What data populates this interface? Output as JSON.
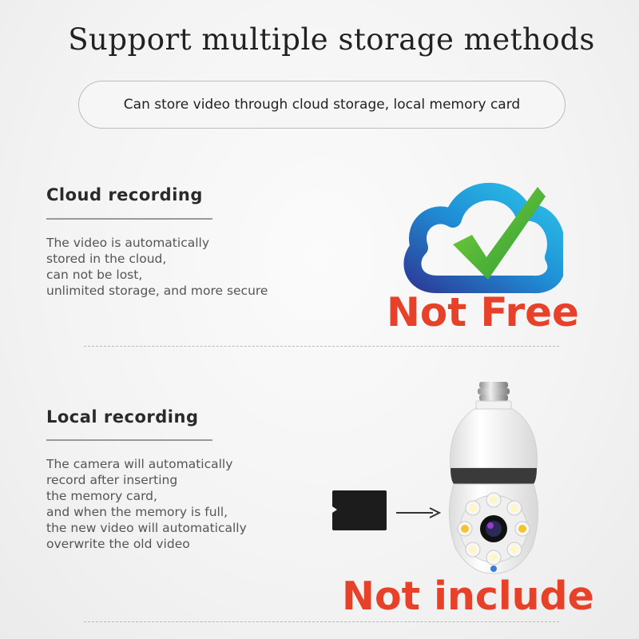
{
  "title": "Support multiple storage methods",
  "subtitle": "Can store video through cloud storage, local memory card",
  "cloud": {
    "heading": "Cloud recording",
    "lines": [
      "The video is automatically",
      "stored in the cloud,",
      "can not be lost,",
      "unlimited storage, and more secure"
    ],
    "badge": "Not Free",
    "icon": "cloud-check-icon"
  },
  "local": {
    "heading": "Local recording",
    "lines": [
      "The camera will automatically",
      "record after inserting",
      "the memory card,",
      "and when the memory is full,",
      "the new video will automatically",
      "overwrite the old video"
    ],
    "badge": "Not include",
    "icons": [
      "memory-card-icon",
      "arrow-right-icon",
      "bulb-camera-icon"
    ]
  },
  "colors": {
    "badge_red": "#e8412a",
    "cloud_blue": "#1f8fd6",
    "check_green": "#3fb93a"
  }
}
